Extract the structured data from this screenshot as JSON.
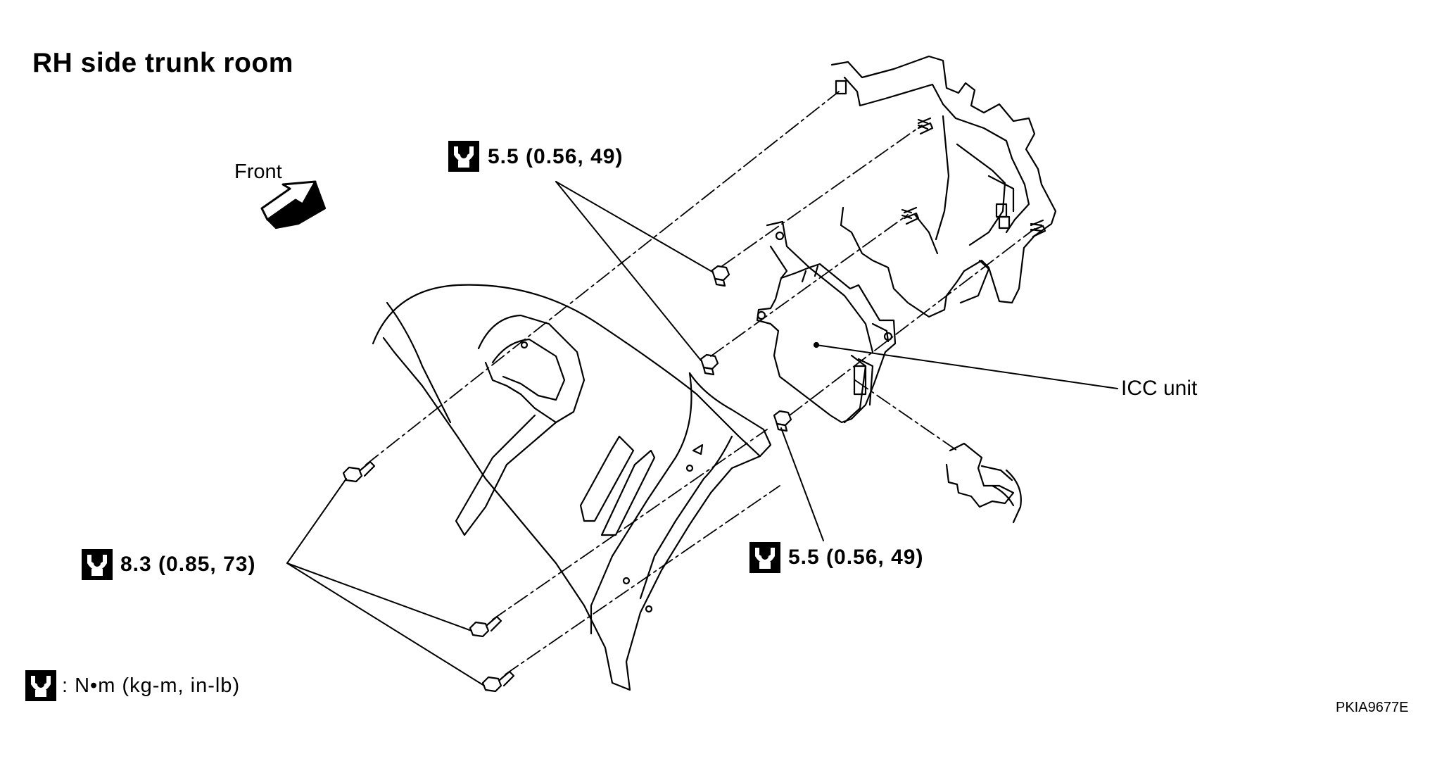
{
  "title": "RH side trunk room",
  "direction_label": "Front",
  "torque_specs": [
    {
      "value": "5.5  (0.56,  49)"
    },
    {
      "value": "8.3  (0.85,  73)"
    },
    {
      "value": "5.5  (0.56,  49)"
    }
  ],
  "component_label": "ICC unit",
  "legend": {
    "icon": "torque-wrench-icon",
    "text": ":  N•m   (kg-m,   in-lb)"
  },
  "figure_code": "PKIA9677E"
}
